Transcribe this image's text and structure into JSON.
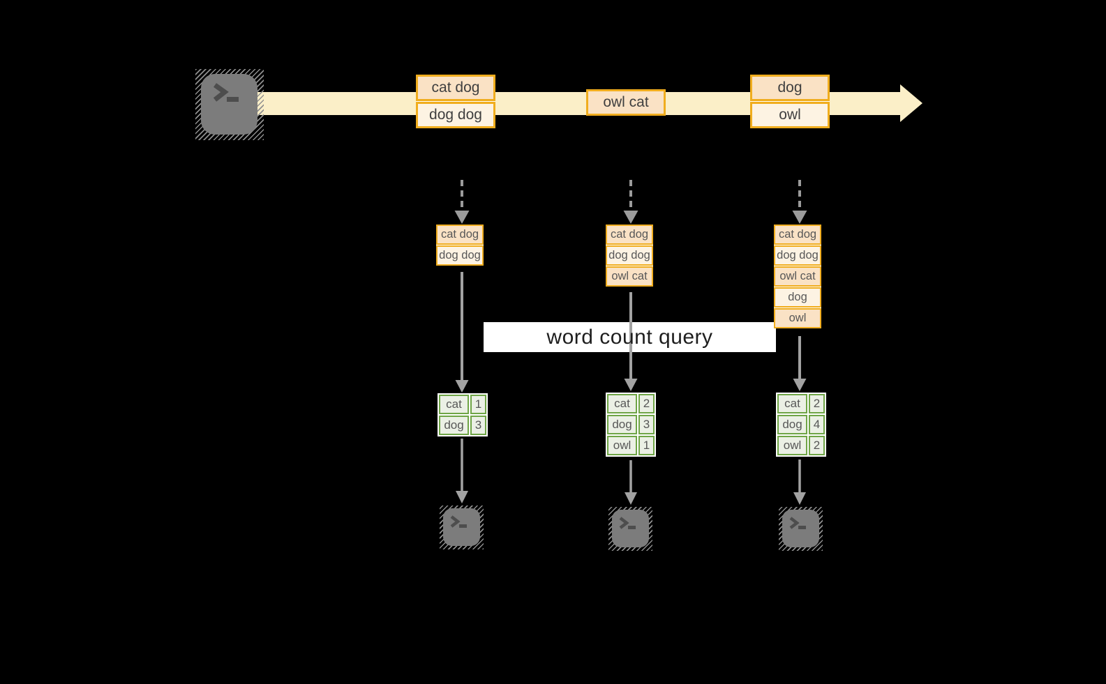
{
  "query": {
    "label": "word count query"
  },
  "stream": {
    "source_icon": "terminal-icon",
    "events": [
      {
        "rows": [
          "cat dog",
          "dog dog"
        ]
      },
      {
        "rows": [
          "owl cat"
        ]
      },
      {
        "rows": [
          "dog",
          "owl"
        ]
      }
    ]
  },
  "pipelines": [
    {
      "input_rows": [
        "cat dog",
        "dog dog"
      ],
      "counts": [
        {
          "word": "cat",
          "count": "1"
        },
        {
          "word": "dog",
          "count": "3"
        }
      ],
      "sink_icon": "terminal-icon"
    },
    {
      "input_rows": [
        "cat dog",
        "dog dog",
        "owl cat"
      ],
      "counts": [
        {
          "word": "cat",
          "count": "2"
        },
        {
          "word": "dog",
          "count": "3"
        },
        {
          "word": "owl",
          "count": "1"
        }
      ],
      "sink_icon": "terminal-icon"
    },
    {
      "input_rows": [
        "cat dog",
        "dog dog",
        "owl cat",
        "dog",
        "owl"
      ],
      "counts": [
        {
          "word": "cat",
          "count": "2"
        },
        {
          "word": "dog",
          "count": "4"
        },
        {
          "word": "owl",
          "count": "2"
        }
      ],
      "sink_icon": "terminal-icon"
    }
  ],
  "colors": {
    "gold": "#F0AD1E",
    "peach": "#FAE2C5",
    "cream": "#FDF3E3",
    "band": "#FBEFC8",
    "green": "#6FA546",
    "green-fill": "#EBF0E5",
    "arrow": "#A2A2A2",
    "arrow-dash": "#9B9B9B",
    "term": "#7C7C7C",
    "term-glyph": "#4D4D4D",
    "ink": "#3F3F3F",
    "ink-soft": "#575757",
    "white": "#FFFFFF",
    "query-ink": "#1E1E1E"
  }
}
